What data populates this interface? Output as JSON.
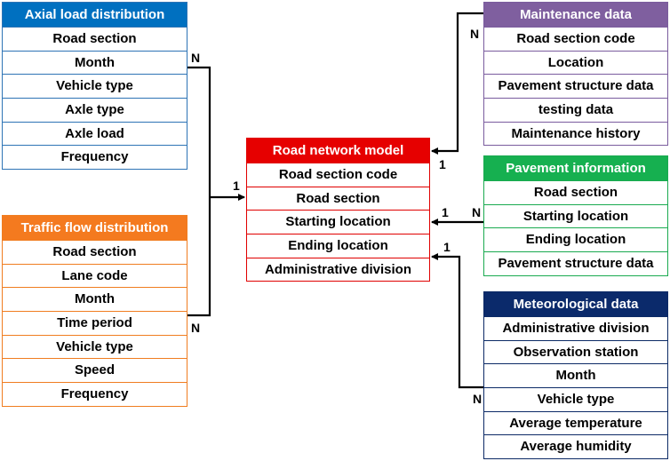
{
  "entities": {
    "axial": {
      "title": "Axial load distribution",
      "color": "#0070c0",
      "fields": [
        "Road section",
        "Month",
        "Vehicle type",
        "Axle type",
        "Axle load",
        "Frequency"
      ]
    },
    "traffic": {
      "title": "Traffic flow distribution",
      "color": "#f47a1f",
      "fields": [
        "Road section",
        "Lane code",
        "Month",
        "Time period",
        "Vehicle type",
        "Speed",
        "Frequency"
      ]
    },
    "road": {
      "title": "Road network model",
      "color": "#e60000",
      "fields": [
        "Road section code",
        "Road section",
        "Starting location",
        "Ending location",
        "Administrative division"
      ]
    },
    "maint": {
      "title": "Maintenance data",
      "color": "#7f5f9f",
      "fields": [
        "Road section code",
        "Location",
        "Pavement structure data",
        "testing data",
        "Maintenance history"
      ]
    },
    "pave": {
      "title": "Pavement information",
      "color": "#16b050",
      "fields": [
        "Road section",
        "Starting location",
        "Ending location",
        "Pavement structure data"
      ]
    },
    "meteo": {
      "title": "Meteorological data",
      "color": "#0b2a6b",
      "fields": [
        "Administrative division",
        "Observation station",
        "Month",
        "Vehicle type",
        "Average temperature",
        "Average humidity"
      ]
    }
  },
  "cardinality": {
    "axial_n": "N",
    "traffic_n": "N",
    "road_left_1": "1",
    "maint_n": "N",
    "maint_1": "1",
    "pave_n": "N",
    "pave_1": "1",
    "meteo_n": "N",
    "meteo_1": "1"
  }
}
